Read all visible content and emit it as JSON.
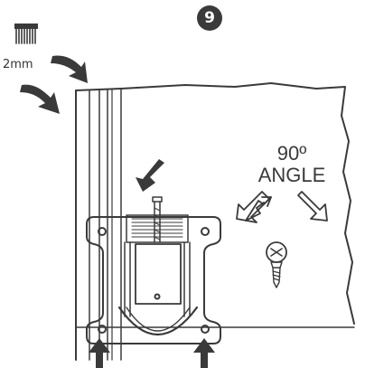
{
  "step": {
    "number": "9"
  },
  "gap_note": {
    "label": "2mm",
    "icon": "brush-strip-icon"
  },
  "angle_note": {
    "value": "90º",
    "label": "ANGLE"
  },
  "icons": {
    "pointer": "curved-arrow-icon",
    "press": "press-arrow-icon",
    "push_up": "up-arrow-icon",
    "direction": "outline-arrow-icon",
    "screw": "screw-icon"
  },
  "colors": {
    "ink": "#3a3a3a",
    "background": "#ffffff"
  }
}
